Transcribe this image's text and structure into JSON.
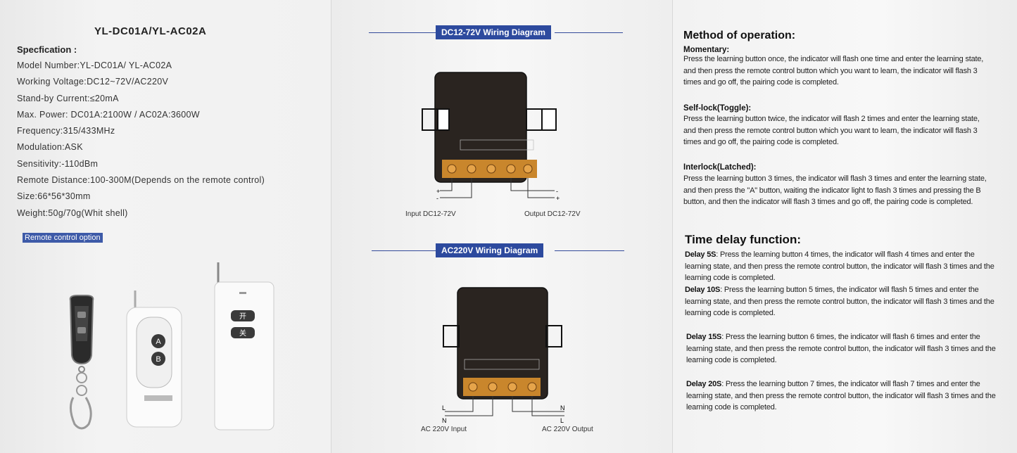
{
  "left_panel": {
    "model_title": "YL-DC01A/YL-AC02A",
    "spec_heading": "Specfication :",
    "specs": [
      "Model Number:YL-DC01A/ YL-AC02A",
      "Working Voltage:DC12~72V/AC220V",
      "Stand-by Current:≤20mA",
      "Max. Power: DC01A:2100W / AC02A:3600W",
      "Frequency:315/433MHz",
      "Modulation:ASK",
      "Sensitivity:-110dBm",
      "Remote Distance:100-300M(Depends on the remote control)",
      "Size:66*56*30mm",
      "Weight:50g/70g(Whit shell)"
    ],
    "remote_option_label": "Remote control option",
    "remote_buttons": {
      "a": "A",
      "b": "B",
      "on": "开",
      "off": "关"
    }
  },
  "middle_panel": {
    "dc_diagram": {
      "title": "DC12-72V Wiring Diagram",
      "input_label": "Input DC12-72V",
      "output_label": "Output DC12-72V",
      "plus": "+",
      "minus": "-"
    },
    "ac_diagram": {
      "title": "AC220V Wiring Diagram",
      "input_label": "AC 220V Input",
      "output_label": "AC 220V Output",
      "l": "L",
      "n": "N"
    }
  },
  "right_panel": {
    "method_title": "Method of operation:",
    "momentary_head": "Momentary:",
    "momentary_text": "Press the learning button once, the indicator will flash one time and enter the learning state, and then press the remote control button which you want to learn, the indicator will flash 3 times and go off, the pairing code is completed.",
    "selflock_head": "Self-lock(Toggle):",
    "selflock_text": "Press the learning button twice, the indicator will flash 2 times and enter the learning state, and then press the remote control button which you want to learn, the indicator will flash 3 times and go off, the pairing code is completed.",
    "interlock_head": "Interlock(Latched):",
    "interlock_text": "Press the learning button 3 times, the indicator will flash 3 times and enter the learning state, and then press the \"A\" button, waiting the indicator light to flash 3 times and pressing the B button, and then the indicator will flash 3 times and go off, the pairing code is completed.",
    "delay_title": "Time delay function:",
    "delays": [
      {
        "label": "Delay 5S",
        "text": ": Press the learning button 4 times, the indicator will flash 4 times and enter the learning state, and then press the remote control button, the indicator will flash 3 times and the learning code is completed."
      },
      {
        "label": "Delay 10S",
        "text": ": Press the learning button 5 times, the indicator will flash 5 times and enter the learning state, and then press the remote control button, the indicator will flash 3 times and the learning code is completed."
      },
      {
        "label": "Delay 15S",
        "text": ": Press the learning button 6 times, the indicator will flash 6 times and enter the learning state, and then press the remote control button, the indicator will flash 3 times and the learning code is completed."
      },
      {
        "label": "Delay 20S",
        "text": ": Press the learning button 7 times, the indicator will flash 7 times and enter the learning state, and then press the remote control button, the indicator will flash 3 times and the learning code is completed."
      }
    ]
  }
}
